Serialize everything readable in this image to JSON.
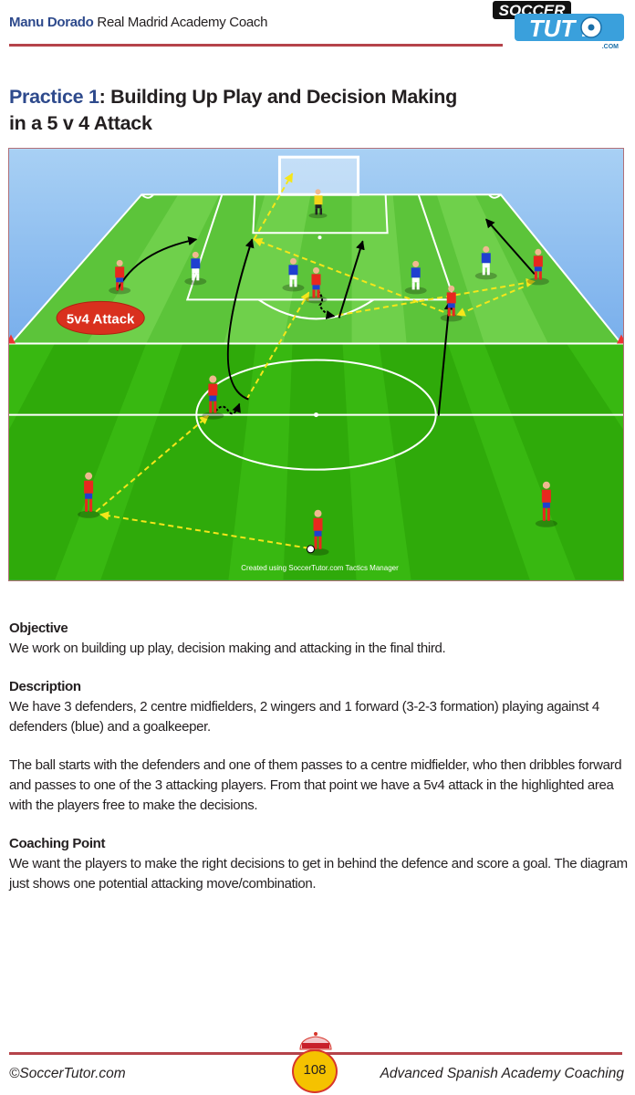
{
  "header": {
    "author": "Manu Dorado",
    "role": "Real Madrid Academy Coach",
    "logo_text": [
      "SOCCER",
      "TUTOR",
      ".COM"
    ]
  },
  "title": {
    "practice": "Practice 1",
    "line1_rest": ": Building Up Play and Decision Making",
    "line2": "in a 5 v 4 Attack"
  },
  "diagram": {
    "zone_label": "5v4 Attack",
    "credit": "Created using SoccerTutor.com Tactics Manager",
    "colors": {
      "attacker": "#e8281e",
      "defender": "#1f3fd0",
      "goalkeeper": "#f2d31b",
      "pass": "#f5e61a",
      "run": "#000000",
      "zone_label_bg": "#d9301e"
    }
  },
  "sections": [
    {
      "heading": "Objective",
      "paragraphs": [
        "We work on building up play, decision making and attacking in the final third."
      ]
    },
    {
      "heading": "Description",
      "paragraphs": [
        "We have 3 defenders, 2 centre midfielders, 2 wingers and 1 forward (3-2-3 formation) playing against 4 defenders (blue) and a goalkeeper.",
        "The ball starts with the defenders and one of them passes to a centre midfielder, who then dribbles forward and passes to one of the 3 attacking players. From that point we have a 5v4 attack in the highlighted area with the players free to make the decisions."
      ]
    },
    {
      "heading": "Coaching Point",
      "paragraphs": [
        "We want the players to make the right decisions to get in behind the defence and score a goal. The diagram just shows one potential attacking move/combination."
      ]
    }
  ],
  "footer": {
    "copyright": "©SoccerTutor.com",
    "page_number": "108",
    "book_title": "Advanced Spanish Academy Coaching"
  }
}
